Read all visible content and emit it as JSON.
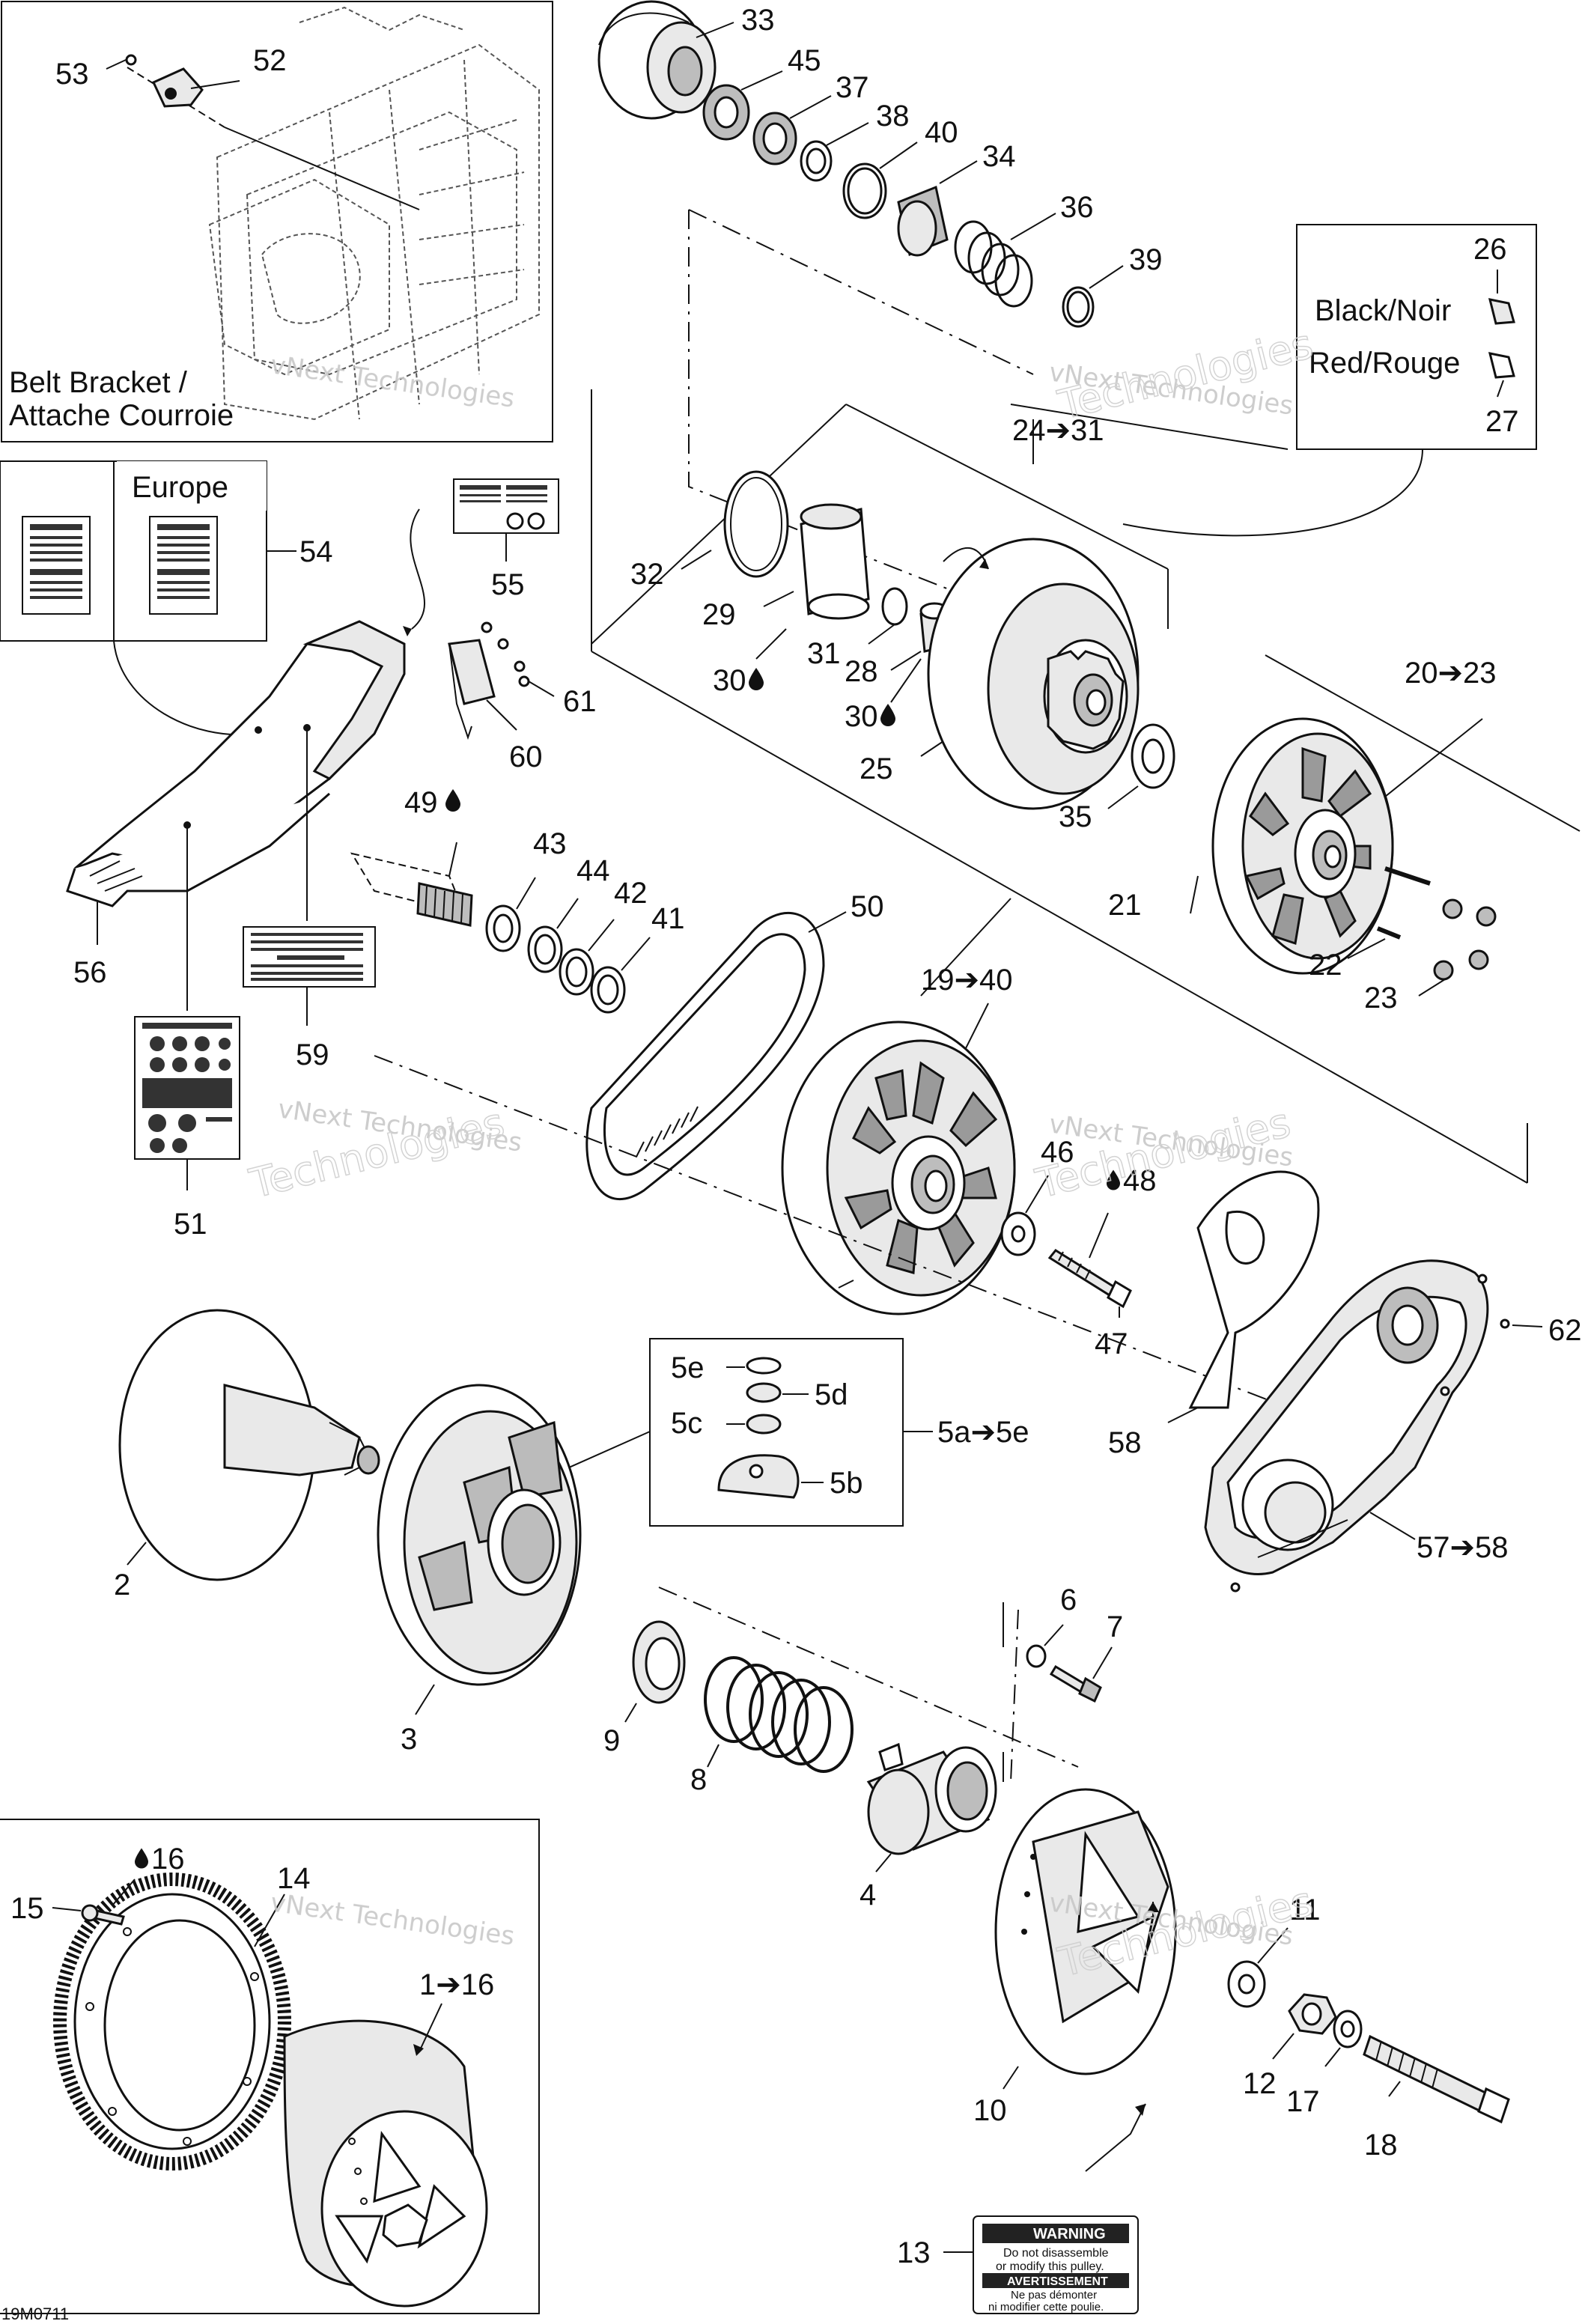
{
  "diagram_code": "19M0711",
  "inset_labels": {
    "belt_bracket": "Belt Bracket /",
    "belt_bracket_fr": "Attache Courroie",
    "europe": "Europe",
    "black": "Black/Noir",
    "red": "Red/Rouge"
  },
  "watermark": "vNext Technologies",
  "watermark_big": "Technologies",
  "stickers": {
    "warning": "WARNING",
    "warning_line1": "Do not disassemble",
    "warning_line2": "or modify this pulley.",
    "avertissement": "AVERTISSEMENT",
    "avert_line1": "Ne pas démonter",
    "avert_line2": "ni modifier cette poulie."
  },
  "callouts": {
    "c2": "2",
    "c3": "3",
    "c4": "4",
    "c5a": "5a➔5e",
    "c5b": "5b",
    "c5c": "5c",
    "c5d": "5d",
    "c5e": "5e",
    "c6": "6",
    "c7": "7",
    "c8": "8",
    "c9": "9",
    "c10": "10",
    "c11": "11",
    "c12": "12",
    "c13": "13",
    "c14": "14",
    "c15": "15",
    "c16": "16",
    "c1_16": "1➔16",
    "c17": "17",
    "c18": "18",
    "c19_40": "19➔40",
    "c20_23": "20➔23",
    "c21": "21",
    "c22": "22",
    "c23": "23",
    "c24_31": "24➔31",
    "c25": "25",
    "c26": "26",
    "c27": "27",
    "c28": "28",
    "c29": "29",
    "c30a": "30",
    "c30b": "30",
    "c31": "31",
    "c32": "32",
    "c33": "33",
    "c34": "34",
    "c35": "35",
    "c36": "36",
    "c37": "37",
    "c38": "38",
    "c39": "39",
    "c40": "40",
    "c41": "41",
    "c42": "42",
    "c43": "43",
    "c44": "44",
    "c45": "45",
    "c46": "46",
    "c47": "47",
    "c48": "48",
    "c49": "49",
    "c50": "50",
    "c51": "51",
    "c52": "52",
    "c53": "53",
    "c54": "54",
    "c55": "55",
    "c56": "56",
    "c57_58": "57➔58",
    "c58": "58",
    "c59": "59",
    "c60": "60",
    "c61": "61",
    "c62": "62"
  },
  "lube_icon": "oil-drop-icon"
}
